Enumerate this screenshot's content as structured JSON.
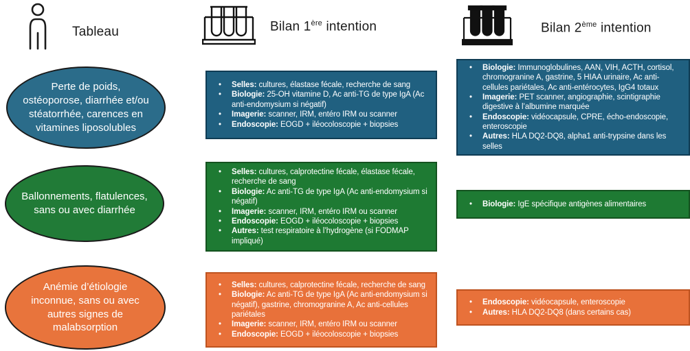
{
  "colors": {
    "blue-fill": "#206080",
    "blue-border": "#0F3C54",
    "blue-ellipse": "#2B6C8A",
    "green-fill": "#1E7A33",
    "green-border": "#14521F",
    "green-ellipse": "#217B37",
    "orange-fill": "#E8713A",
    "orange-border": "#BE5320",
    "orange-ellipse": "#E8743C",
    "ellipse-border": "#1A1A1A",
    "text-on-color": "#FFFFFF",
    "header-text": "#1A1A1A"
  },
  "header": {
    "tableau": "Tableau",
    "bilan1": {
      "prefix": "Bilan 1",
      "sup": "ère",
      "suffix": " intention"
    },
    "bilan2": {
      "prefix": "Bilan 2",
      "sup": "ème",
      "suffix": " intention"
    }
  },
  "rows": [
    {
      "ellipse": "Perte de poids, ostéoporose, diarrhée et/ou stéatorrhée, carences en vitamines liposolubles",
      "bilan1": [
        {
          "label": "Selles:",
          "text": " cultures, élastase fécale, recherche de sang"
        },
        {
          "label": "Biologie:",
          "text": " 25-OH vitamine D, Ac anti-TG de type IgA (Ac anti-endomysium si négatif)"
        },
        {
          "label": "Imagerie:",
          "text": " scanner, IRM, entéro IRM ou scanner"
        },
        {
          "label": "Endoscopie:",
          "text": " EOGD + iléocoloscopie + biopsies"
        }
      ],
      "bilan2": [
        {
          "label": "Biologie:",
          "text": " Immunoglobulines, AAN, VIH, ACTH, cortisol, chromogranine A, gastrine, 5 HIAA urinaire, Ac anti-cellules pariétales, Ac anti-entérocytes, IgG4 totaux"
        },
        {
          "label": "Imagerie:",
          "text": " PET scanner, angiographie, scintigraphie digestive à l’albumine marquée"
        },
        {
          "label": "Endoscopie:",
          "text": " vidéocapsule, CPRE, écho-endoscopie, enteroscopie"
        },
        {
          "label": "Autres:",
          "text": " HLA DQ2-DQ8, alpha1 anti-trypsine dans les selles"
        }
      ]
    },
    {
      "ellipse": "Ballonnements, flatulences, sans ou avec diarrhée",
      "bilan1": [
        {
          "label": "Selles:",
          "text": " cultures, calprotectine fécale, élastase fécale, recherche de sang"
        },
        {
          "label": "Biologie:",
          "text": " Ac anti-TG de type IgA (Ac anti-endomysium si négatif)"
        },
        {
          "label": "Imagerie:",
          "text": " scanner, IRM, entéro IRM ou scanner"
        },
        {
          "label": "Endoscopie:",
          "text": " EOGD + iléocoloscopie + biopsies"
        },
        {
          "label": "Autres:",
          "text": " test respiratoire à l’hydrogène (si FODMAP impliqué)"
        }
      ],
      "bilan2": [
        {
          "label": "Biologie:",
          "text": " IgE spécifique antigènes alimentaires"
        }
      ]
    },
    {
      "ellipse": "Anémie d’étiologie inconnue, sans ou avec autres signes de malabsorption",
      "bilan1": [
        {
          "label": "Selles:",
          "text": " cultures, calprotectine fécale, recherche de sang"
        },
        {
          "label": "Biologie:",
          "text": " Ac anti-TG de type IgA (Ac anti-endomysium si négatif), gastrine, chromogranine A, Ac anti-cellules pariétales"
        },
        {
          "label": "Imagerie:",
          "text": " scanner, IRM, entéro IRM ou scanner"
        },
        {
          "label": "Endoscopie:",
          "text": " EOGD + iléocoloscopie + biopsies"
        }
      ],
      "bilan2": [
        {
          "label": "Endoscopie:",
          "text": " vidéocapsule, enteroscopie"
        },
        {
          "label": "Autres:",
          "text": " HLA DQ2-DQ8 (dans certains cas)"
        }
      ]
    }
  ]
}
